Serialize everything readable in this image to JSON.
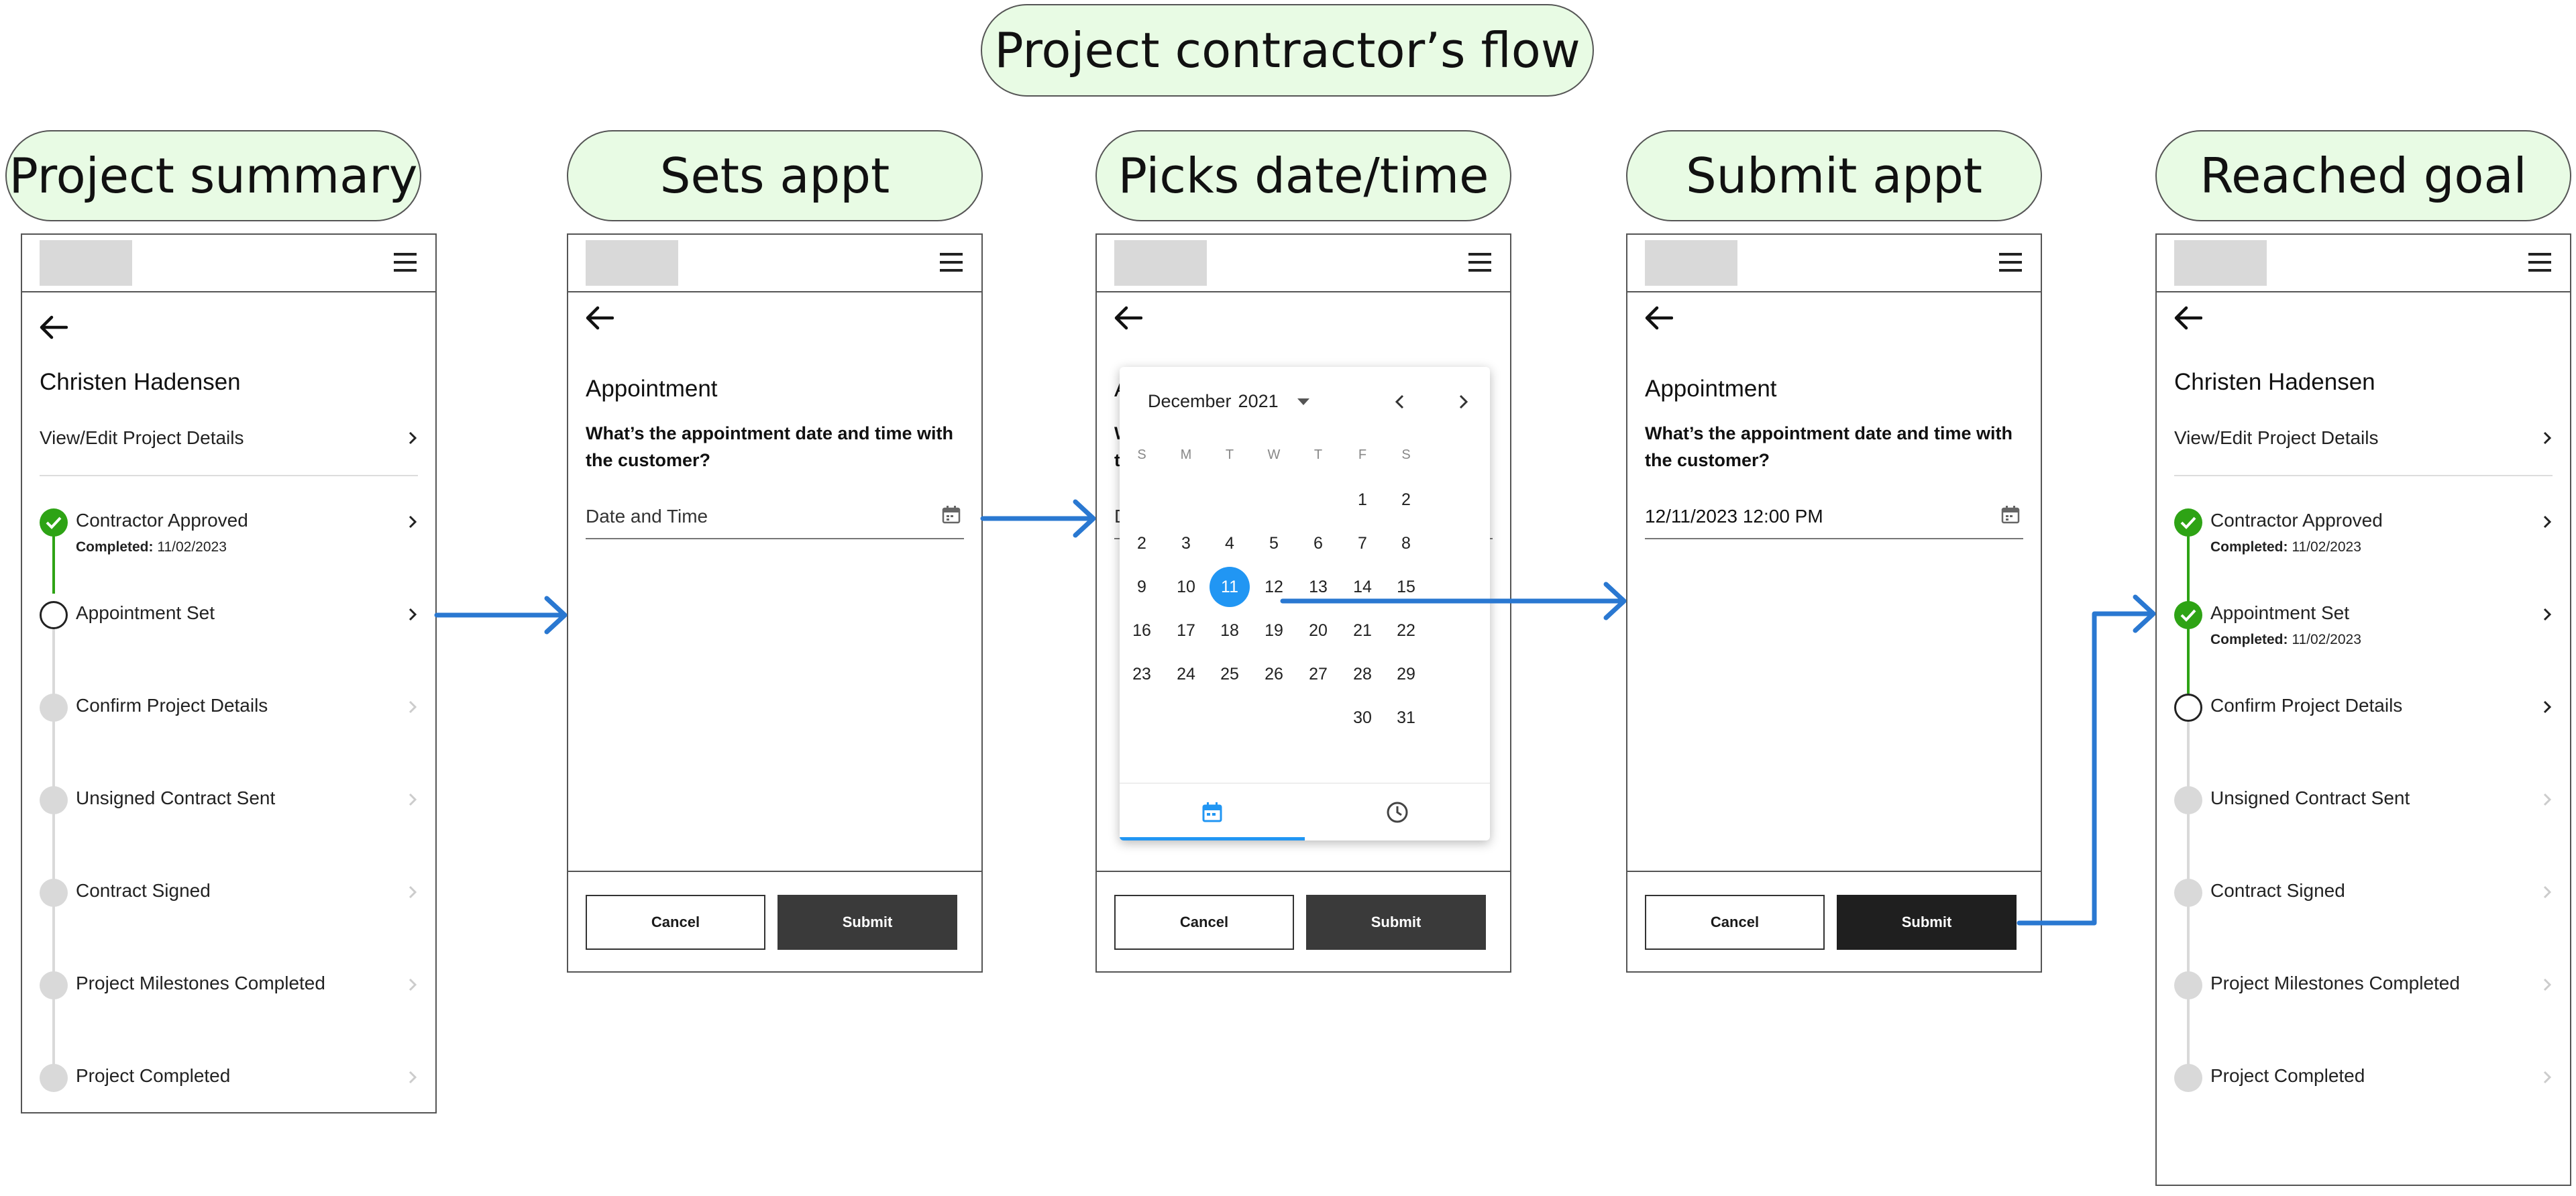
{
  "diagram": {
    "title": "Project contractor’s flow",
    "columns": [
      "Project summary",
      "Sets appt",
      "Picks date/time",
      "Submit appt",
      "Reached goal"
    ]
  },
  "summary": {
    "customer_name": "Christen Hadensen",
    "view_edit_label": "View/Edit Project Details",
    "completed_label": "Completed:",
    "steps": [
      {
        "label": "Contractor Approved",
        "date": "11/02/2023"
      },
      {
        "label": "Appointment Set"
      },
      {
        "label": "Confirm Project Details"
      },
      {
        "label": "Unsigned Contract Sent"
      },
      {
        "label": "Contract Signed"
      },
      {
        "label": "Project Milestones Completed"
      },
      {
        "label": "Project Completed"
      }
    ]
  },
  "goal": {
    "steps": [
      {
        "label": "Contractor Approved",
        "date": "11/02/2023"
      },
      {
        "label": "Appointment Set",
        "date": "11/02/2023"
      },
      {
        "label": "Confirm Project Details"
      },
      {
        "label": "Unsigned Contract Sent"
      },
      {
        "label": "Contract Signed"
      },
      {
        "label": "Project Milestones Completed"
      },
      {
        "label": "Project Completed"
      }
    ]
  },
  "appointment": {
    "title": "Appointment",
    "question": "What’s the appointment date and time with the customer?",
    "placeholder": "Date and Time",
    "submitted_value": "12/11/2023 12:00 PM",
    "cancel_label": "Cancel",
    "submit_label": "Submit"
  },
  "picker": {
    "month": "December",
    "year": "2021",
    "weekdays": [
      "S",
      "M",
      "T",
      "W",
      "T",
      "F",
      "S"
    ],
    "weeks": [
      [
        "",
        "",
        "",
        "",
        "",
        "1",
        "2"
      ],
      [
        "2",
        "3",
        "4",
        "5",
        "6",
        "7",
        "8"
      ],
      [
        "9",
        "10",
        "11",
        "12",
        "13",
        "14",
        "15"
      ],
      [
        "16",
        "17",
        "18",
        "19",
        "20",
        "21",
        "22"
      ],
      [
        "23",
        "24",
        "25",
        "26",
        "27",
        "28",
        "29"
      ],
      [
        "",
        "",
        "",
        "",
        "",
        "30",
        "31"
      ]
    ],
    "selected_day": "11",
    "active_tab": "calendar"
  },
  "colors": {
    "pill_bg": "#e8fbe4",
    "arrow": "#2a78d1",
    "done_green": "#2ea315",
    "selected_blue": "#2196f3",
    "pending_gray": "#d9d9d9"
  }
}
